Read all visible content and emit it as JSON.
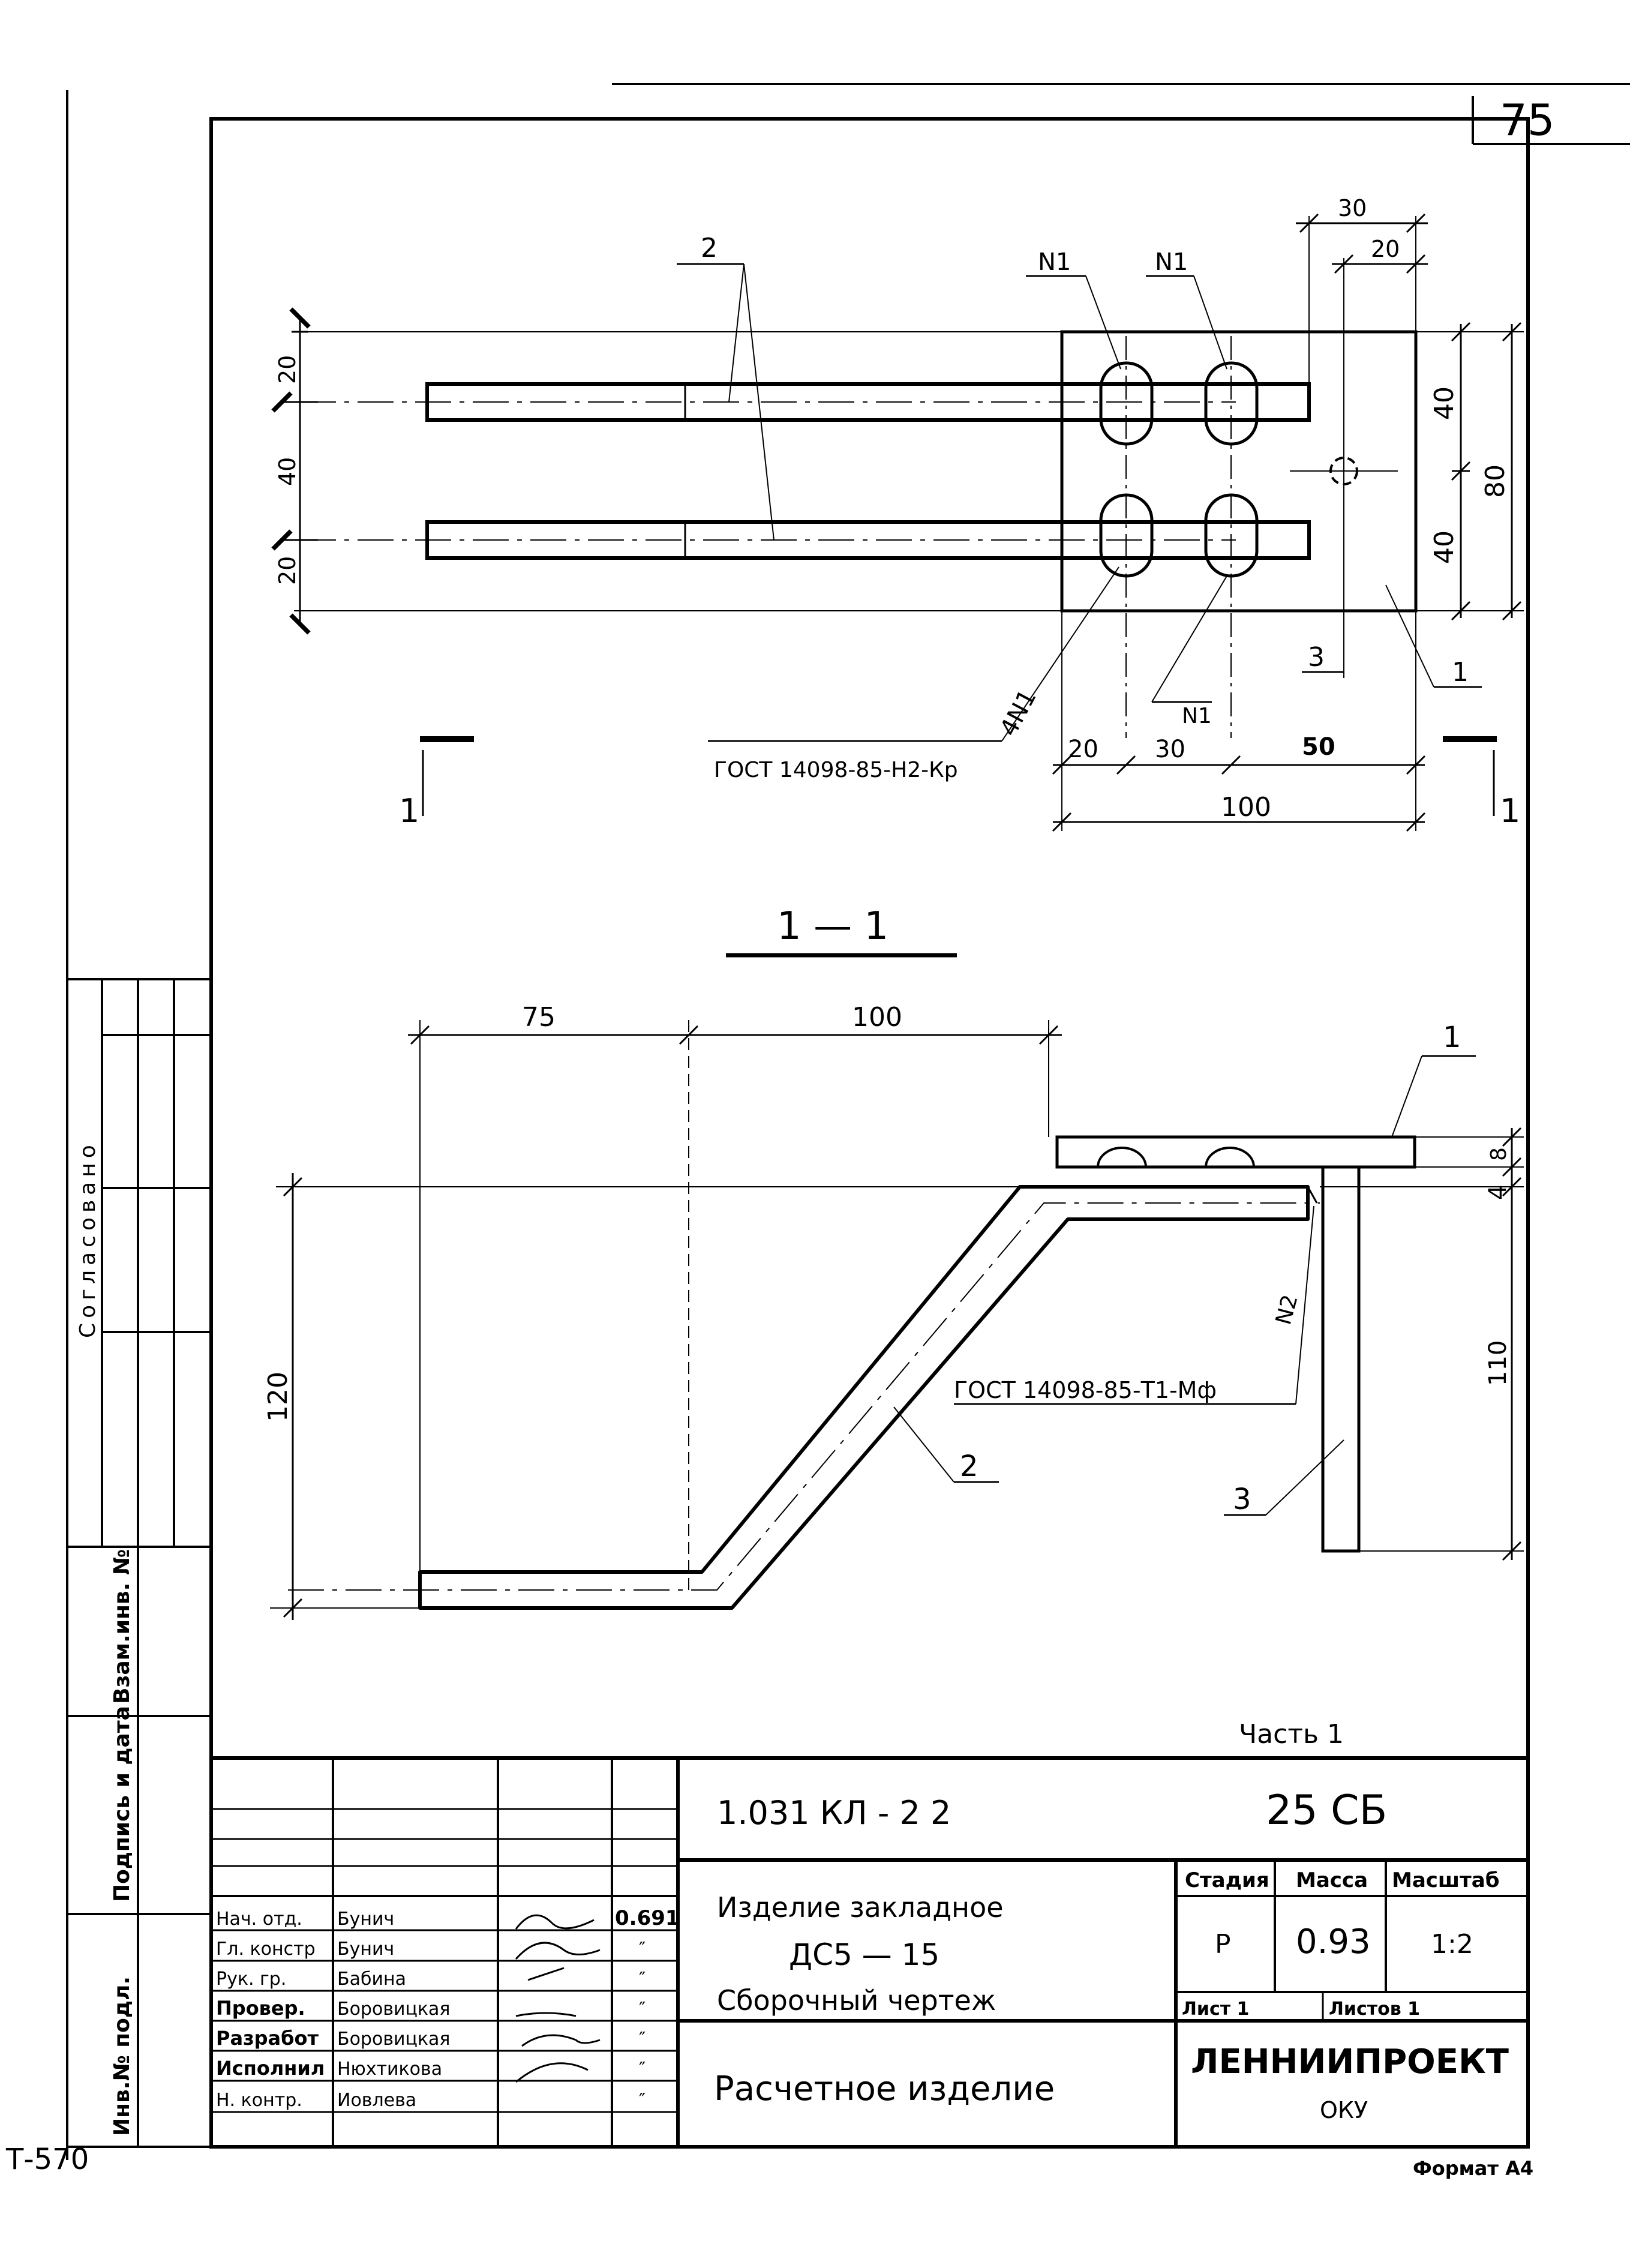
{
  "page_number": "75",
  "corner_code": "Т-570",
  "format_label": "Формат А4",
  "part_label": "Часть 1",
  "side_stamp": {
    "agreed_label": "Согласовано",
    "exchange_inv_label": "Взам.инв. №",
    "sign_date_label": "Подпись и дата",
    "inv_no_label": "Инв.№ подл."
  },
  "plan_view": {
    "pos2": "2",
    "n1_top_left": "N1",
    "n1_top_right": "N1",
    "n1_bottom": "N1",
    "weld_4n1": "4N1",
    "gost_top": "ГОСТ 14098-85-Н2-Кр",
    "pos3": "3",
    "pos1": "1",
    "dim_20_top": "20",
    "dim_40_left": "40",
    "dim_20_bottom": "20",
    "dim_30_top": "30",
    "dim_20_hole": "20",
    "dim_40_right_top": "40",
    "dim_40_right_bottom": "40",
    "dim_80": "80",
    "dim_20_bottom_row": "20",
    "dim_30_bottom_row": "30",
    "dim_50": "50",
    "dim_100": "100",
    "section_mark_left": "1",
    "section_mark_right": "1"
  },
  "section_view": {
    "title": "1 — 1",
    "dim_75": "75",
    "dim_100": "100",
    "dim_120": "120",
    "dim_8": "8",
    "dim_4": "4",
    "dim_110": "110",
    "pos1": "1",
    "pos2": "2",
    "pos3": "3",
    "n2": "N2",
    "gost_bottom": "ГОСТ 14098-85-Т1-Мф"
  },
  "title_block": {
    "doc_code": "1.031   КЛ - 2       2",
    "sheet_code": "25 СБ",
    "rows": [
      {
        "role": "Нач. отд.",
        "name": "Бунич",
        "date": "0.691"
      },
      {
        "role": "Гл. констр",
        "name": "Бунич",
        "date": "″"
      },
      {
        "role": "Рук. гр.",
        "name": "Бабина",
        "date": "″"
      },
      {
        "role": "Провер.",
        "name": "Боровицкая",
        "date": "″"
      },
      {
        "role": "Разработ",
        "name": "Боровицкая",
        "date": "″"
      },
      {
        "role": "Исполнил",
        "name": "Нюхтикова",
        "date": "″"
      },
      {
        "role": "Н. контр.",
        "name": "Иовлева",
        "date": "″"
      }
    ],
    "title_line1": "Изделие   закладное",
    "title_line2": "ДС5 — 15",
    "title_line3": "Сборочный   чертеж",
    "stage_label": "Стадия",
    "mass_label": "Масса",
    "scale_label": "Масштаб",
    "stage_value": "Р",
    "mass_value": "0.93",
    "scale_value": "1:2",
    "sheet_label": "Лист 1",
    "sheets_label": "Листов 1",
    "calc_label": "Расчетное   изделие",
    "org_name": "ЛЕННИИПРОЕКТ",
    "org_dept": "ОКУ"
  }
}
